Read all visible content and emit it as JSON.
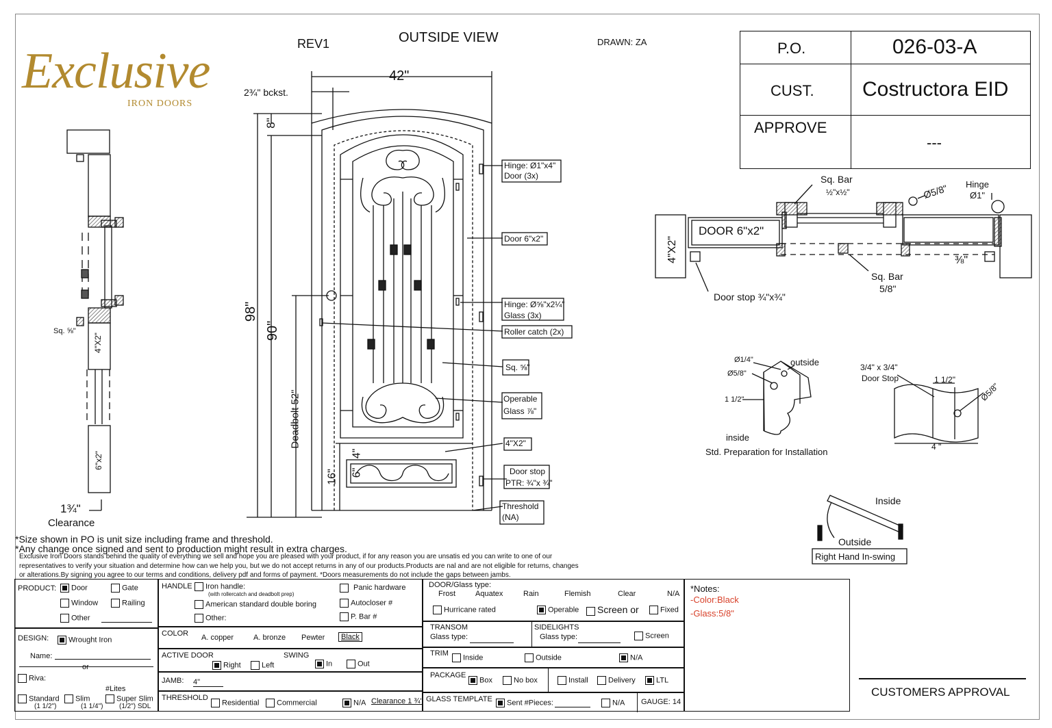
{
  "header": {
    "rev": "REV1",
    "view_title": "OUTSIDE VIEW",
    "drawn": "DRAWN: ZA"
  },
  "logo": {
    "main": "Exclusive",
    "sub": "IRON DOORS"
  },
  "po_table": {
    "po_label": "P.O.",
    "po_value": "026-03-A",
    "cust_label": "CUST.",
    "cust_value": "Costructora EID",
    "approve_label": "APPROVE",
    "approve_value": "---"
  },
  "dimensions": {
    "width": "42\"",
    "backset": "2¾\" bckst.",
    "arch": "8\"",
    "total_height": "98\"",
    "door_height": "90\"",
    "deadbolt": "Deadbolt 52\"",
    "bottom": "16\"",
    "panel_a": "6\"",
    "panel_b": "4\""
  },
  "callouts": {
    "hinge_door": [
      "Hinge: Ø1\"x4\"",
      "Door (3x)"
    ],
    "door_size": "Door 6\"x2\"",
    "hinge_glass": [
      "Hinge: Ø⅝\"x2¼\"",
      "Glass (3x)"
    ],
    "roller": "Roller catch  (2x)",
    "sq": "Sq. ⅝\"",
    "operable": [
      "Operable",
      "Glass ⅞\""
    ],
    "frame": "4\"X2\"",
    "door_stop": [
      "Door stop",
      "PTR: ¾\"x ¾\""
    ],
    "threshold": [
      "Threshold",
      "(NA)"
    ]
  },
  "side_view": {
    "sq": "Sq. ⅝\"",
    "frame": "4\"X2\"",
    "door": "6\"x2\"",
    "clearance_value": "1¾\"",
    "clearance_label": "Clearance"
  },
  "section": {
    "sq_bar_top": "Sq. Bar",
    "sq_bar_top_size": "½\"x½\"",
    "dia": "Ø5/8\"",
    "hinge": "Hinge",
    "hinge_size": "Ø1\"",
    "door": "DOOR 6\"x2\"",
    "frame": "4\"X2\"",
    "three_eighths": "⅜\"",
    "door_stop": "Door stop ¾\"x¾\"",
    "sq_bar_bottom": "Sq. Bar",
    "sq_bar_bottom_size": "5/8\""
  },
  "prep": {
    "d14": "Ø1/4\"",
    "d58": "Ø5/8\"",
    "outside": "outside",
    "one_half": "1 1/2\"",
    "inside": "inside",
    "caption": "Std. Preparation for Installation",
    "stop_title": "3/4\" x 3/4\"",
    "stop_sub": "Door Stop",
    "stop_one_half": "1 1/2\"",
    "stop_dia": "Ø5/8\"",
    "stop_four": "4 \""
  },
  "swing": {
    "inside": "Inside",
    "outside": "Outside",
    "label": "Right Hand In-swing"
  },
  "notes_text": {
    "size": "*Size shown in PO is unit size including frame and threshold.",
    "change": "*Any change once signed and sent to production might result in extra charges.",
    "p1": "Exclusive Iron Doors stands behind the quality of everything we sell and hope you are pleased with your product, if for any reason you are unsatis    ed you can write to one of our",
    "p2": "representatives to verify your situation and determine how can we help you, but we do not accept returns in any of our products.Products are     nal and are not eligible for returns, changes",
    "p3": "or alterations.By signing you agree to our terms and conditions, delivery pdf and forms of payment. *Doors measurements do not include the gaps between jambs."
  },
  "form": {
    "product": {
      "label": "PRODUCT:",
      "door": "Door",
      "gate": "Gate",
      "window": "Window",
      "railing": "Railing",
      "other": "Other"
    },
    "design": {
      "label": "DESIGN:",
      "value": "Wrought Iron",
      "name": "Name:",
      "or": "or",
      "riva": "Riva:",
      "lites": "#Lites",
      "standard": "Standard",
      "standard_sub": "(1 1/2\")",
      "slim": "Slim",
      "slim_sub": "(1 1/4\")",
      "super": "Super Slim",
      "super_sub": "(1/2\") SDL"
    },
    "handle": {
      "label": "HANDLE",
      "iron": "Iron handle:",
      "iron_sub": "(with rollercatch and deadbolt prep)",
      "american": "American standard double boring",
      "other": "Other:",
      "panic": "Panic hardware",
      "autocloser": "Autocloser #",
      "pbar": "P. Bar #"
    },
    "color": {
      "label": "COLOR",
      "copper": "A. copper",
      "bronze": "A. bronze",
      "pewter": "Pewter",
      "black": "Black"
    },
    "active": {
      "label": "ACTIVE DOOR",
      "right": "Right",
      "left": "Left",
      "swing": "SWING",
      "in": "In",
      "out": "Out"
    },
    "jamb": {
      "label": "JAMB:",
      "value": "4\""
    },
    "threshold": {
      "label": "THRESHOLD",
      "residential": "Residential",
      "commercial": "Commercial",
      "na": "N/A",
      "clearance": "Clearance 1 ¾\""
    },
    "glass": {
      "label": "DOOR/Glass type:",
      "frost": "Frost",
      "aquatex": "Aquatex",
      "rain": "Rain",
      "flemish": "Flemish",
      "clear": "Clear",
      "na": "N/A",
      "hurricane": "Hurricane rated",
      "operable": "Operable",
      "screen_or": "Screen or",
      "fixed": "Fixed"
    },
    "transom": {
      "label": "TRANSOM",
      "glass": "Glass type:",
      "side": "SIDELIGHTS",
      "side_glass": "Glass type:",
      "screen": "Screen"
    },
    "trim": {
      "label": "TRIM",
      "inside": "Inside",
      "outside": "Outside",
      "na": "N/A"
    },
    "package": {
      "label": "PACKAGE",
      "box": "Box",
      "nobox": "No box",
      "install": "Install",
      "delivery": "Delivery",
      "ltl": "LTL"
    },
    "template": {
      "label": "GLASS TEMPLATE",
      "sent": "Sent #Pieces:",
      "na": "N/A",
      "gauge": "GAUGE: 14"
    },
    "notes": {
      "label": "*Notes:",
      "color": "-Color:Black",
      "glass": "-Glass:5/8\""
    },
    "approval": "CUSTOMERS APPROVAL"
  }
}
